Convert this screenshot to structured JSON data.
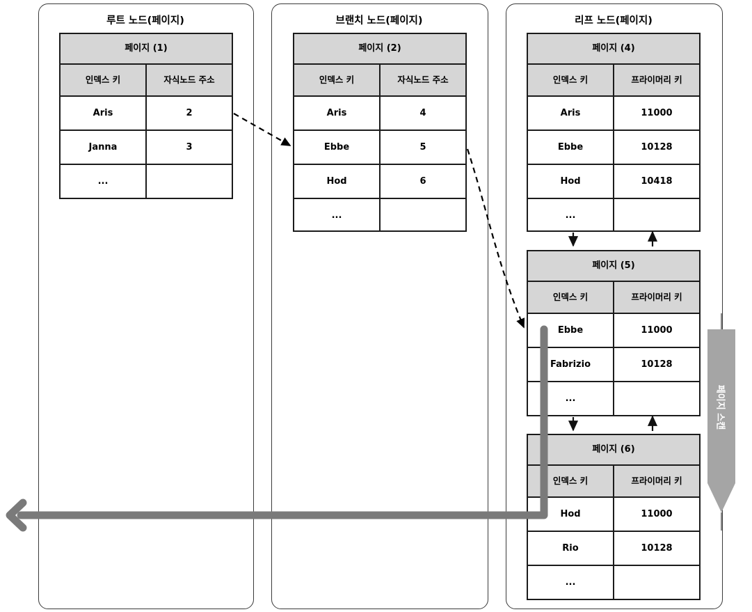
{
  "diagram": {
    "title_root": "루트 노드(페이지)",
    "title_branch": "브랜치 노드(페이지)",
    "title_leaf": "리프 노드(페이지)",
    "scan_label": "페이지 스캔",
    "colors": {
      "header_fill": "#d6d6d6",
      "border": "#1b1b1b",
      "panel_border": "#3a3a3a",
      "scan_arrow": "#a5a5a5",
      "thick_link": "#7a7a7a",
      "dashed": "#000000"
    },
    "ellipsis": "..."
  },
  "nodes": [
    {
      "id": "page1",
      "caption": "페이지 (1)",
      "columns": [
        "인덱스 키",
        "자식노드 주소"
      ],
      "rows": [
        [
          "Aris",
          "2"
        ],
        [
          "Janna",
          "3"
        ],
        [
          "...",
          ""
        ]
      ]
    },
    {
      "id": "page2",
      "caption": "페이지 (2)",
      "columns": [
        "인덱스 키",
        "자식노드 주소"
      ],
      "rows": [
        [
          "Aris",
          "4"
        ],
        [
          "Ebbe",
          "5"
        ],
        [
          "Hod",
          "6"
        ],
        [
          "...",
          ""
        ]
      ]
    },
    {
      "id": "page4",
      "caption": "페이지 (4)",
      "columns": [
        "인덱스 키",
        "프라이머리 키"
      ],
      "rows": [
        [
          "Aris",
          "11000"
        ],
        [
          "Ebbe",
          "10128"
        ],
        [
          "Hod",
          "10418"
        ],
        [
          "...",
          ""
        ]
      ]
    },
    {
      "id": "page5",
      "caption": "페이지 (5)",
      "columns": [
        "인덱스 키",
        "프라이머리 키"
      ],
      "rows": [
        [
          "Ebbe",
          "11000"
        ],
        [
          "Fabrizio",
          "10128"
        ],
        [
          "...",
          ""
        ]
      ]
    },
    {
      "id": "page6",
      "caption": "페이지 (6)",
      "columns": [
        "인덱스 키",
        "프라이머리 키"
      ],
      "rows": [
        [
          "Hod",
          "11000"
        ],
        [
          "Rio",
          "10128"
        ],
        [
          "...",
          ""
        ]
      ]
    }
  ]
}
